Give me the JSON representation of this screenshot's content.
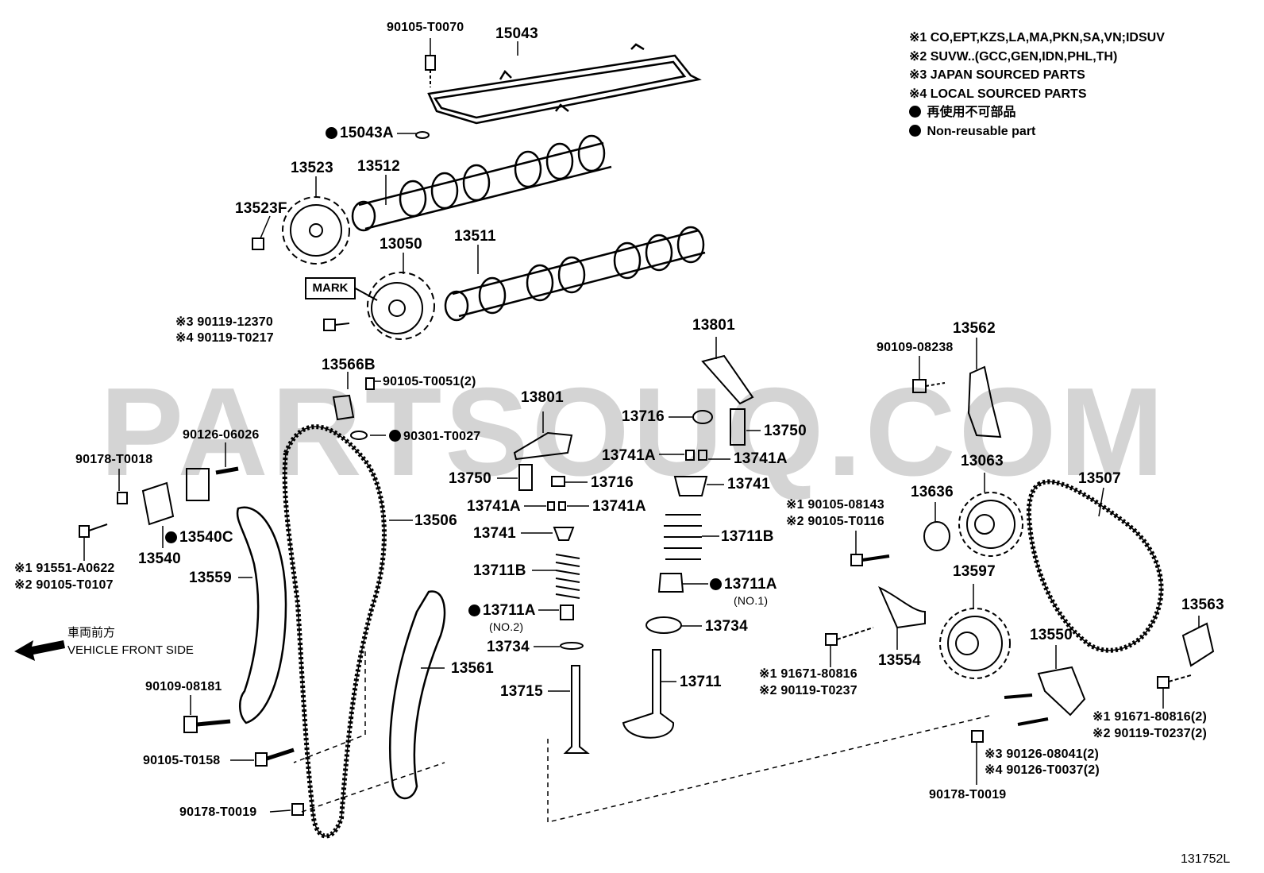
{
  "watermark": "PARTSOUQ.COM",
  "diagram_id": "131752L",
  "legend": [
    "※1 CO,EPT,KZS,LA,MA,PKN,SA,VN;IDSUV",
    "※2 SUVW..(GCC,GEN,IDN,PHL,TH)",
    "※3 JAPAN SOURCED PARTS",
    "※4 LOCAL SOURCED PARTS",
    "再使用不可部品",
    "Non-reusable part"
  ],
  "front": {
    "jp": "車両前方",
    "en": "VEHICLE FRONT SIDE"
  },
  "mark": "MARK",
  "labels": {
    "p90105_T0070": "90105-T0070",
    "p15043": "15043",
    "p15043A": "15043A",
    "p13523": "13523",
    "p13512": "13512",
    "p13523F": "13523F",
    "p13050": "13050",
    "p13511": "13511",
    "p90119_12370": "※3  90119-12370",
    "p90119_T0217": "※4  90119-T0217",
    "p13566B": "13566B",
    "p90105_T0051": "90105-T0051(2)",
    "p90301_T0027": "90301-T0027",
    "p90126_06026": "90126-06026",
    "p90178_T0018": "90178-T0018",
    "p13540C": "13540C",
    "p13540": "13540",
    "p91551_A0622": "※1  91551-A0622",
    "p90105_T0107": "※2  90105-T0107",
    "p13559": "13559",
    "p13506": "13506",
    "p90109_08181": "90109-08181",
    "p90105_T0158": "90105-T0158",
    "p90178_T0019a": "90178-T0019",
    "p13561": "13561",
    "p13801a": "13801",
    "p13750a": "13750",
    "p13716a": "13716",
    "p13741Aa": "13741A",
    "p13741Ab": "13741A",
    "p13741a": "13741",
    "p13711Ba": "13711B",
    "p13711Aa": "13711A",
    "p no2": "(NO.2)",
    "p13734a": "13734",
    "p13715": "13715",
    "p13801b": "13801",
    "p13716b": "13716",
    "p13750b": "13750",
    "p13741Ac": "13741A",
    "p13741Ad": "13741A",
    "p13741b": "13741",
    "p13711Bb": "13711B",
    "p13711Ab": "13711A",
    "pno1": "(NO.1)",
    "p13734b": "13734",
    "p13711": "13711",
    "p13562": "13562",
    "p90109_08238": "90109-08238",
    "p90105_08143": "※1  90105-08143",
    "p90105_T0116": "※2  90105-T0116",
    "p13636": "13636",
    "p13063": "13063",
    "p13507": "13507",
    "p13597": "13597",
    "p13554": "13554",
    "p91671_80816a": "※1  91671-80816",
    "p90119_T0237a": "※2  90119-T0237",
    "p13550": "13550",
    "p13563": "13563",
    "p91671_80816b": "※1  91671-80816(2)",
    "p90119_T0237b": "※2  90119-T0237(2)",
    "p90126_08041": "※3  90126-08041(2)",
    "p90126_T0037": "※4  90126-T0037(2)",
    "p90178_T0019b": "90178-T0019"
  }
}
